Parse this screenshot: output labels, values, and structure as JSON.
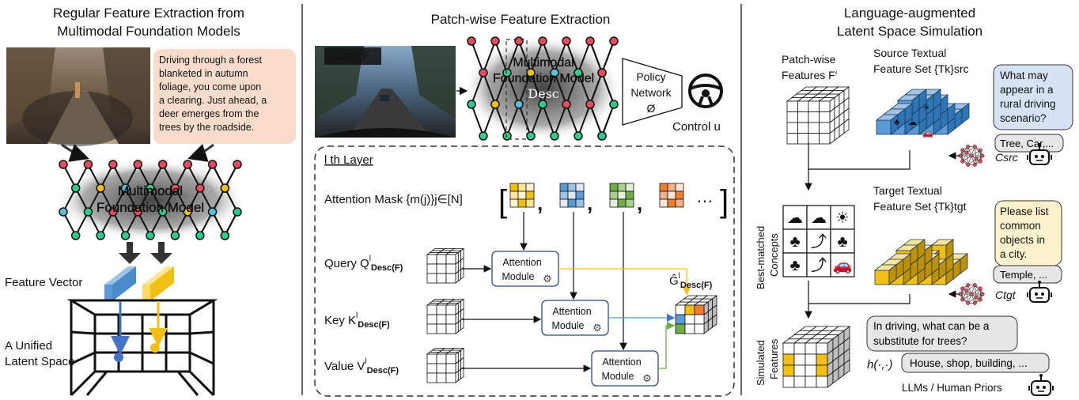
{
  "panel_left": {
    "title_line1": "Regular Feature Extraction from",
    "title_line2": "Multimodal Foundation Models",
    "caption_lines": [
      "Driving through a forest",
      "blanketed in autumn",
      "foliage, you come upon",
      "a clearing. Just ahead, a",
      "deer emerges from the",
      "trees by the roadside."
    ],
    "model_line1": "Multimodal",
    "model_line2": "Foundation Model",
    "feature_vector_label": "Feature Vector",
    "latent_line1": "A Unified",
    "latent_line2": "Latent Space"
  },
  "panel_middle": {
    "title": "Patch-wise Feature Extraction",
    "data_label": "Data F",
    "model_line1": "Multimodal",
    "model_line2": "Foundation Model",
    "model_line3": "Desc",
    "policy_line1": "Policy",
    "policy_line2": "Network",
    "policy_line3": "Ø",
    "control_label": "Control u",
    "layer_label": "l th Layer",
    "attention_mask_label": "Attention Mask {m(j)}j∈[N]",
    "query_label": "Query Q",
    "key_label": "Key K",
    "value_label": "Value V",
    "desc_sub": "Desc(F)",
    "attention_line1": "Attention",
    "attention_line2": "Module",
    "output_label": "Ĝ",
    "ellipsis": "…"
  },
  "panel_right": {
    "title_line1": "Language-augmented",
    "title_line2": "Latent Space Simulation",
    "patchwise_line1": "Patch-wise",
    "patchwise_line2": "Features F′",
    "source_line1": "Source Textual",
    "source_line2": "Feature Set {Tk}src",
    "source_question": [
      "What may",
      "appear in a",
      "rural driving",
      "scenario?"
    ],
    "source_answer": "Tree, Car,...",
    "c_src": "Csrc",
    "best_matched_line1": "Best-matched",
    "best_matched_line2": "Concepts",
    "target_line1": "Target Textual",
    "target_line2": "Feature Set {Tk}tgt",
    "target_question": [
      "Please list",
      "common",
      "objects in",
      "a city."
    ],
    "target_answer": "Temple, ...",
    "c_tgt": "Ctgt",
    "simulated_line1": "Simulated",
    "simulated_line2": "Features",
    "driving_question_line1": "In driving, what can be a",
    "driving_question_line2": "substitute for trees?",
    "h_label": "h(·,·)",
    "driving_answer": "House, shop, building, ...",
    "llm_label": "LLMs / Human Priors"
  },
  "colors": {
    "yellow": "#f2c014",
    "blue": "#5b9bd5",
    "green": "#70ad47",
    "orange": "#ed7d31",
    "bubble_orange": "#f9dccc",
    "bubble_blue": "#d5e3f5",
    "bubble_yellow": "#fff2cc",
    "bubble_gray": "#e6e6e6"
  }
}
